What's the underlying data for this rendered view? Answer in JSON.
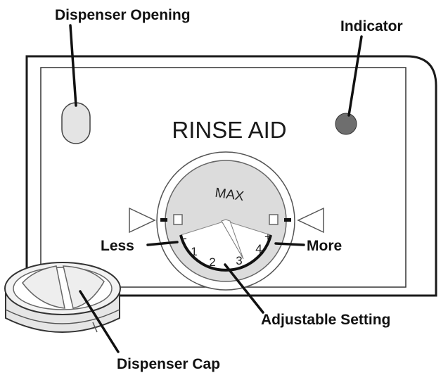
{
  "labels": {
    "dispenser_opening": "Dispenser Opening",
    "indicator": "Indicator",
    "panel_title": "RINSE AID",
    "max": "MAX",
    "less": "Less",
    "more": "More",
    "adjustable_setting": "Adjustable Setting",
    "dispenser_cap": "Dispenser Cap"
  },
  "dial": {
    "minus": "-",
    "plus": "+",
    "settings": [
      "1",
      "2",
      "3",
      "4"
    ]
  },
  "colors": {
    "outline": "#1a1a1a",
    "indicator": "#6e6e6e",
    "dial_fill": "#dcdcdc",
    "opening_fill": "#e4e4e4"
  }
}
